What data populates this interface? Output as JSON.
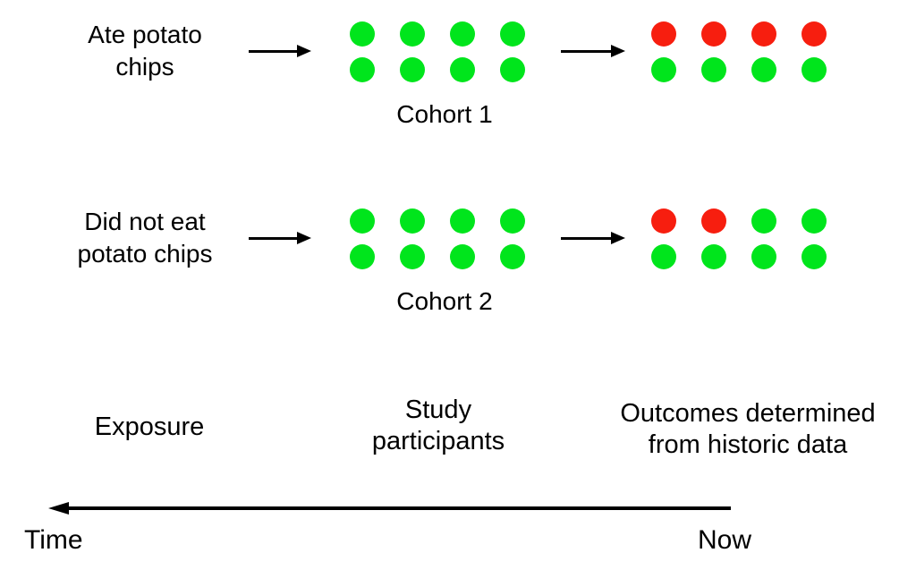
{
  "colors": {
    "green": "#00e51c",
    "red": "#f71e0f",
    "arrow": "#000000",
    "text": "#000000",
    "background": "#ffffff"
  },
  "cohort_rows": [
    {
      "exposure_line1": "Ate potato",
      "exposure_line2": "chips",
      "cohort_label": "Cohort 1",
      "participant_dots": [
        [
          "green",
          "green",
          "green",
          "green"
        ],
        [
          "green",
          "green",
          "green",
          "green"
        ]
      ],
      "outcome_dots": [
        [
          "red",
          "red",
          "red",
          "red"
        ],
        [
          "green",
          "green",
          "green",
          "green"
        ]
      ]
    },
    {
      "exposure_line1": "Did not eat",
      "exposure_line2": "potato chips",
      "cohort_label": "Cohort 2",
      "participant_dots": [
        [
          "green",
          "green",
          "green",
          "green"
        ],
        [
          "green",
          "green",
          "green",
          "green"
        ]
      ],
      "outcome_dots": [
        [
          "red",
          "red",
          "green",
          "green"
        ],
        [
          "green",
          "green",
          "green",
          "green"
        ]
      ]
    }
  ],
  "column_labels": {
    "exposure": "Exposure",
    "participants_line1": "Study",
    "participants_line2": "participants",
    "outcomes_line1": "Outcomes determined",
    "outcomes_line2": "from historic data"
  },
  "timeline": {
    "left_label": "Time",
    "right_label": "Now"
  }
}
